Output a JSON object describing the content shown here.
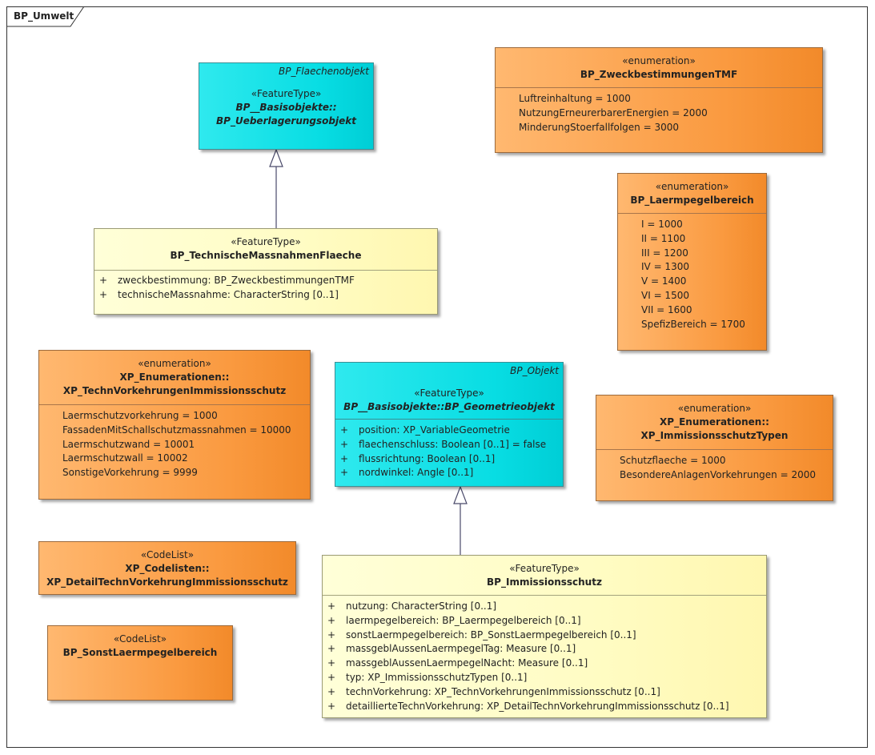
{
  "package": {
    "name": "BP_Umwelt"
  },
  "classes": {
    "bp_flaechenobjekt": {
      "parent": "BP_Flaechenobjekt",
      "stereotype": "«FeatureType»",
      "name_line1": "BP__Basisobjekte::",
      "name_line2": "BP_Ueberlagerungsobjekt"
    },
    "bp_technische": {
      "stereotype": "«FeatureType»",
      "name": "BP_TechnischeMassnahmenFlaeche",
      "attributes": [
        {
          "vis": "+",
          "text": "zweckbestimmung: BP_ZweckbestimmungenTMF"
        },
        {
          "vis": "+",
          "text": "technischeMassnahme: CharacterString [0..1]"
        }
      ]
    },
    "bp_zweck_tmf": {
      "stereotype": "«enumeration»",
      "name": "BP_ZweckbestimmungenTMF",
      "literals": [
        "Luftreinhaltung = 1000",
        "NutzungErneurerbarerEnergien = 2000",
        "MinderungStoerfallfolgen = 3000"
      ]
    },
    "bp_laermpegel": {
      "stereotype": "«enumeration»",
      "name": "BP_Laermpegelbereich",
      "literals": [
        "I = 1000",
        "II = 1100",
        "III = 1200",
        "IV = 1300",
        "V = 1400",
        "VI = 1500",
        "VII = 1600",
        "SpefizBereich = 1700"
      ]
    },
    "xp_techn_vork": {
      "stereotype": "«enumeration»",
      "name_line1": "XP_Enumerationen::",
      "name_line2": "XP_TechnVorkehrungenImmissionsschutz",
      "literals": [
        "Laermschutzvorkehrung = 1000",
        "FassadenMitSchallschutzmassnahmen = 10000",
        "Laermschutzwand = 10001",
        "Laermschutzwall = 10002",
        "SonstigeVorkehrung = 9999"
      ]
    },
    "bp_objekt": {
      "parent": "BP_Objekt",
      "stereotype": "«FeatureType»",
      "name": "BP__Basisobjekte::BP_Geometrieobjekt",
      "attributes": [
        {
          "vis": "+",
          "text": "position: XP_VariableGeometrie"
        },
        {
          "vis": "+",
          "text": "flaechenschluss: Boolean [0..1] = false"
        },
        {
          "vis": "+",
          "text": "flussrichtung: Boolean [0..1]"
        },
        {
          "vis": "+",
          "text": "nordwinkel: Angle [0..1]"
        }
      ]
    },
    "xp_immissionsschutz_typen": {
      "stereotype": "«enumeration»",
      "name_line1": "XP_Enumerationen::",
      "name_line2": "XP_ImmissionsschutzTypen",
      "literals": [
        "Schutzflaeche = 1000",
        "BesondereAnlagenVorkehrungen = 2000"
      ]
    },
    "xp_detail_techn": {
      "stereotype": "«CodeList»",
      "name_line1": "XP_Codelisten::",
      "name_line2": "XP_DetailTechnVorkehrungImmissionsschutz"
    },
    "bp_sonst_laerm": {
      "stereotype": "«CodeList»",
      "name": "BP_SonstLaermpegelbereich"
    },
    "bp_immissionsschutz": {
      "stereotype": "«FeatureType»",
      "name": "BP_Immissionsschutz",
      "attributes": [
        {
          "vis": "+",
          "text": "nutzung: CharacterString [0..1]"
        },
        {
          "vis": "+",
          "text": "laermpegelbereich: BP_Laermpegelbereich [0..1]"
        },
        {
          "vis": "+",
          "text": "sonstLaermpegelbereich: BP_SonstLaermpegelbereich [0..1]"
        },
        {
          "vis": "+",
          "text": "massgeblAussenLaermpegelTag: Measure [0..1]"
        },
        {
          "vis": "+",
          "text": "massgeblAussenLaermpegelNacht: Measure [0..1]"
        },
        {
          "vis": "+",
          "text": "typ: XP_ImmissionsschutzTypen [0..1]"
        },
        {
          "vis": "+",
          "text": "technVorkehrung: XP_TechnVorkehrungenImmissionsschutz [0..1]"
        },
        {
          "vis": "+",
          "text": "detaillierteTechnVorkehrung: XP_DetailTechnVorkehrungImmissionsschutz [0..1]"
        }
      ]
    }
  }
}
